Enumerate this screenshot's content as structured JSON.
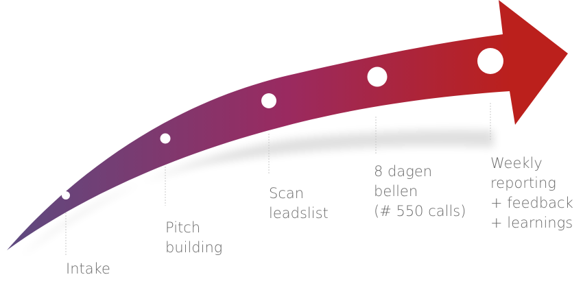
{
  "steps": [
    {
      "label_lines": [
        "Intake"
      ]
    },
    {
      "label_lines": [
        "Pitch",
        "building"
      ]
    },
    {
      "label_lines": [
        "Scan",
        "leadslist"
      ]
    },
    {
      "label_lines": [
        "8 dagen",
        "bellen",
        "(# 550 calls)"
      ]
    },
    {
      "label_lines": [
        "Weekly",
        "reporting",
        "+ feedback",
        "+ learnings"
      ]
    }
  ],
  "colors": {
    "start": "#5d4a80",
    "middle": "#9a2a60",
    "end": "#bb201c",
    "text": "#6b6b6b"
  }
}
